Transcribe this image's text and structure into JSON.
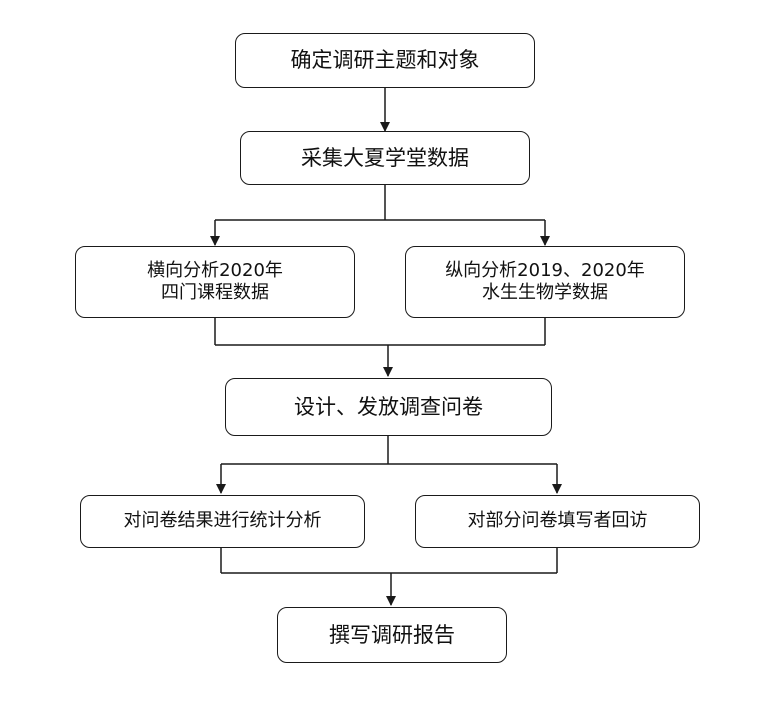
{
  "flowchart": {
    "step1": "确定调研主题和对象",
    "step2": "采集大夏学堂数据",
    "step3a": {
      "line1": "横向分析2020年",
      "line2": "四门课程数据"
    },
    "step3b": {
      "line1": "纵向分析2019、2020年",
      "line2": "水生生物学数据"
    },
    "step4": "设计、发放调查问卷",
    "step5a": "对问卷结果进行统计分析",
    "step5b": "对部分问卷填写者回访",
    "step6": "撰写调研报告"
  },
  "colors": {
    "line": "#1a1a1a",
    "box_border": "#1a1a1a",
    "background": "#ffffff"
  }
}
